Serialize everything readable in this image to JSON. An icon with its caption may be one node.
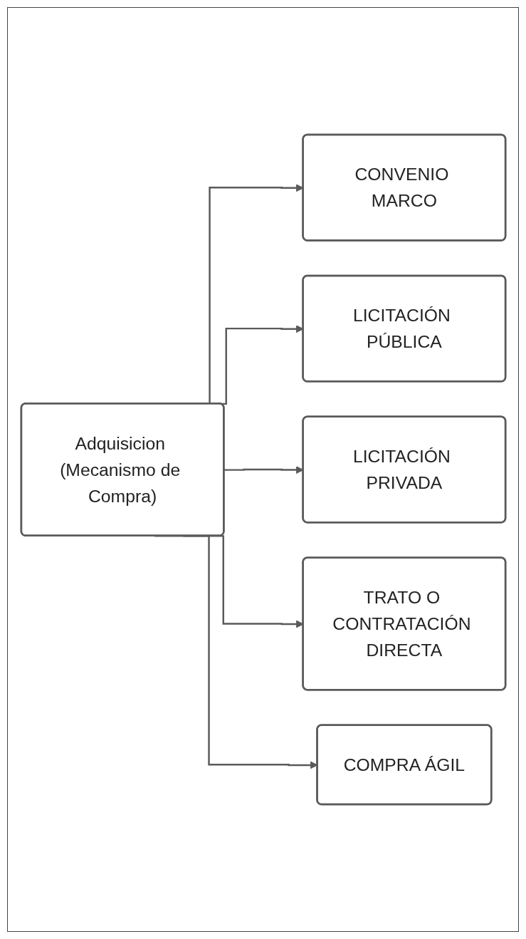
{
  "diagram": {
    "nodes": [
      {
        "text": [
          "Adquisicion (Mecanismo de Compra)"
        ]
      },
      {
        "text": [
          "CONVENIO MARCO"
        ]
      },
      {
        "text": [
          "LICITACIÓN PÚBLICA"
        ]
      },
      {
        "text": [
          "LICITACIÓN PRIVADA"
        ]
      },
      {
        "text": [
          "TRATO O CONTRATACIÓN DIRECTA"
        ]
      },
      {
        "text": [
          "COMPRA ÁGIL"
        ]
      }
    ],
    "edges": [
      {
        "from": 0,
        "to": 1,
        "arrow": "to"
      },
      {
        "from": 0,
        "to": 2,
        "arrow": "to"
      },
      {
        "from": 0,
        "to": 3,
        "arrow": "to"
      },
      {
        "from": 0,
        "to": 4,
        "arrow": "to"
      },
      {
        "from": 0,
        "to": 5,
        "arrow": "to"
      }
    ]
  }
}
